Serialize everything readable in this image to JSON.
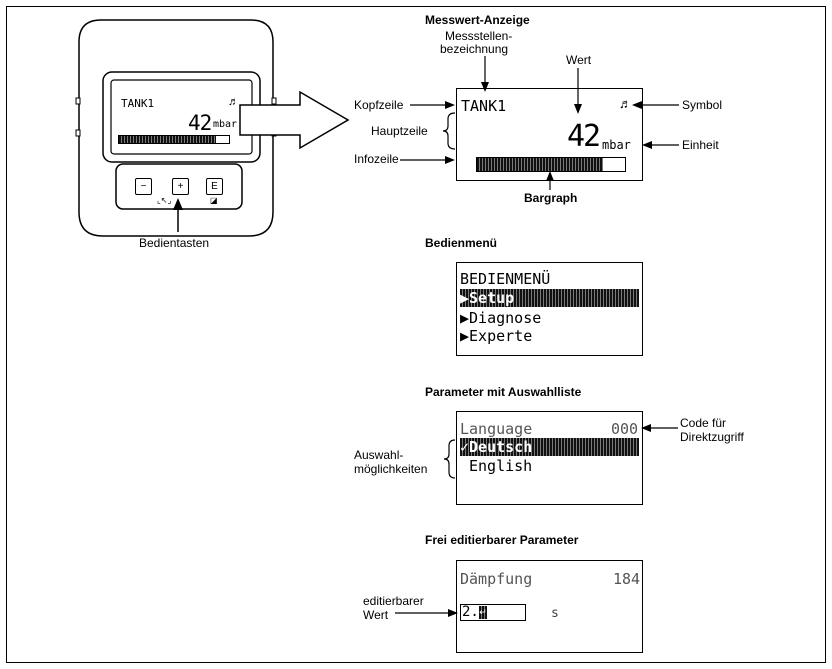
{
  "device": {
    "small_display": {
      "tag": "TANK1",
      "value": "42",
      "unit": "mbar"
    },
    "keys": [
      "−",
      "+",
      "E"
    ],
    "keys_label": "Bedientasten"
  },
  "measure_view": {
    "title": "Messwert-Anzeige",
    "tag_label_line1": "Messstellen-",
    "tag_label_line2": "bezeichnung",
    "value_label": "Wert",
    "header_line_label": "Kopfzeile",
    "main_line_label": "Hauptzeile",
    "info_line_label": "Infozeile",
    "symbol_label": "Symbol",
    "unit_label": "Einheit",
    "bargraph_label": "Bargraph",
    "display": {
      "tag": "TANK1",
      "value": "42",
      "unit": "mbar",
      "bargraph_fill": 0.85
    }
  },
  "operating_menu": {
    "title": "Bedienmenü",
    "heading": "BEDIENMENÜ",
    "items": [
      "Setup",
      "Diagnose",
      "Experte"
    ]
  },
  "picklist_param": {
    "title": "Parameter mit Auswahlliste",
    "param": "Language",
    "code": "000",
    "options": [
      "Deutsch",
      "English"
    ],
    "selected_mark": "✓",
    "code_label_line1": "Code für",
    "code_label_line2": "Direktzugriff",
    "choices_label_line1": "Auswahl-",
    "choices_label_line2": "möglichkeiten"
  },
  "editable_param": {
    "title": "Frei editierbarer Parameter",
    "param": "Dämpfung",
    "code": "184",
    "value": "2.",
    "unit": "s",
    "label_line1": "editierbarer",
    "label_line2": "Wert"
  }
}
